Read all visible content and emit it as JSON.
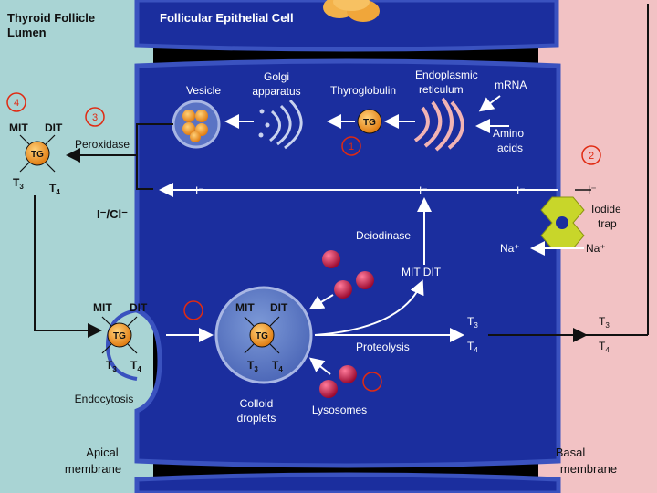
{
  "regions": {
    "lumen_title_1": "Thyroid Follicle",
    "lumen_title_2": "Lumen",
    "cell_title": "Follicular Epithelial Cell",
    "apical_1": "Apical",
    "apical_2": "membrane",
    "basal_1": "Basal",
    "basal_2": "membrane"
  },
  "synthesis": {
    "vesicle": "Vesicle",
    "golgi_1": "Golgi",
    "golgi_2": "apparatus",
    "thyroglobulin": "Thyroglobulin",
    "er_1": "Endoplasmic",
    "er_2": "reticulum",
    "mrna": "mRNA",
    "amino_1": "Amino",
    "amino_2": "acids",
    "tg": "TG"
  },
  "lumen": {
    "peroxidase": "Peroxidase",
    "mit": "MIT",
    "dit": "DIT",
    "tg": "TG",
    "t3": "T",
    "t4": "T",
    "sub3": "3",
    "sub4": "4",
    "icl": "I⁻/Cl⁻"
  },
  "iodide": {
    "i_minus": "I⁻",
    "iodide_trap_1": "Iodide",
    "iodide_trap_2": "trap",
    "na_plus": "Na⁺",
    "deiodinase": "Deiodinase",
    "mit_dit": "MIT DIT"
  },
  "colloid": {
    "endocytosis": "Endocytosis",
    "droplets_1": "Colloid",
    "droplets_2": "droplets",
    "lysosomes": "Lysosomes",
    "proteolysis": "Proteolysis",
    "mit": "MIT",
    "dit": "DIT",
    "tg": "TG"
  },
  "steps": {
    "s1": "1",
    "s2": "2",
    "s3": "3",
    "s4": "4"
  },
  "colors": {
    "lumen": "#a9d4d4",
    "cell": "#1b2e9e",
    "membrane": "#3a52bf",
    "basal": "#f2c2c4",
    "tg_orange": "#f08a1a",
    "lysosome": "#c4103e",
    "step_red": "#e02a12"
  }
}
